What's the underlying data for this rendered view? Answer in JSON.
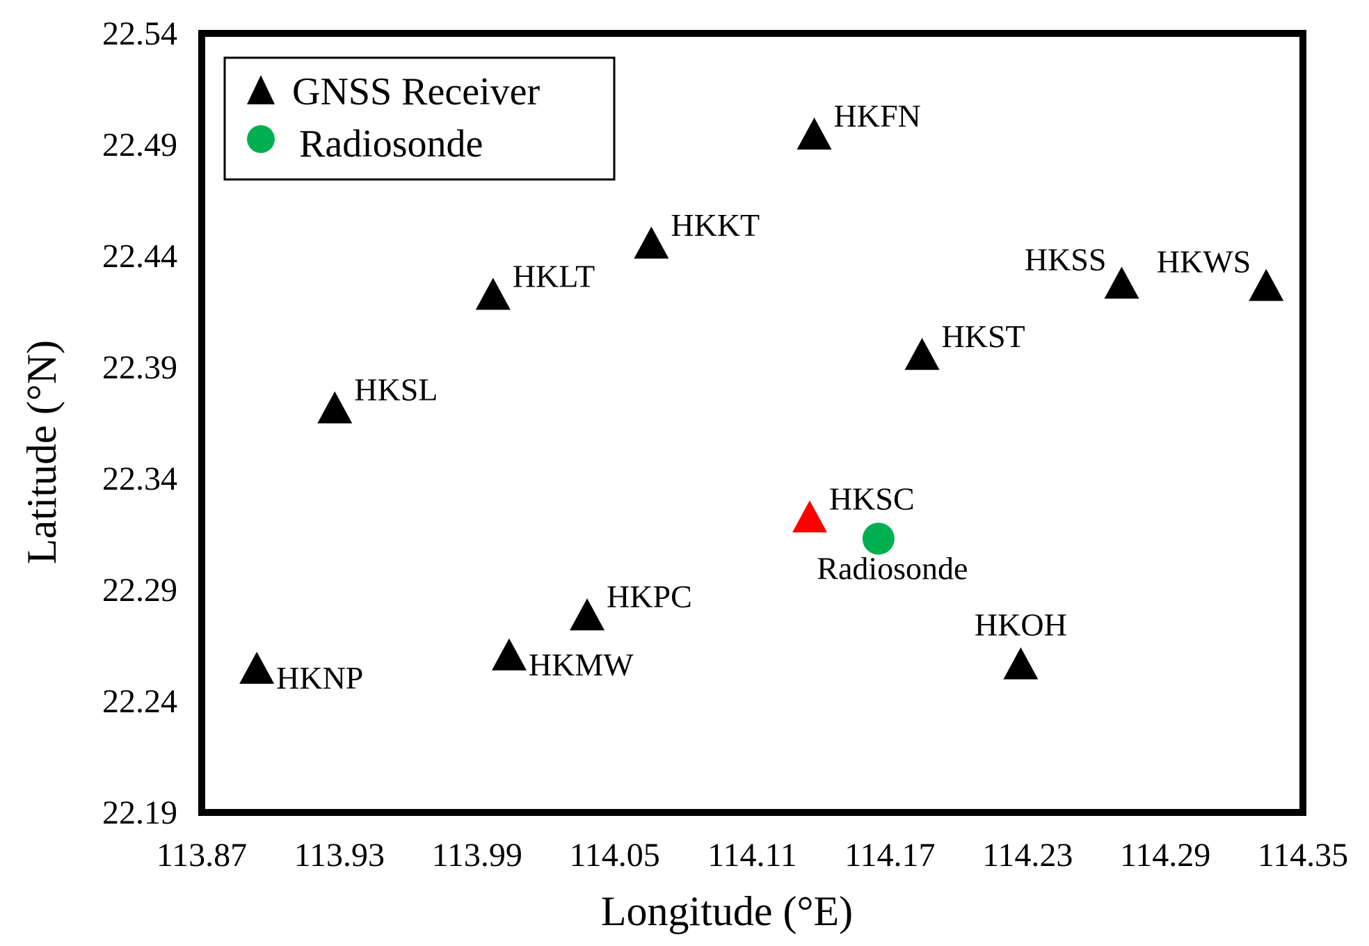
{
  "chart_data": {
    "type": "scatter",
    "xlabel": "Longitude (°E)",
    "ylabel": "Latitude (°N)",
    "xlim": [
      113.87,
      114.35
    ],
    "ylim": [
      22.19,
      22.54
    ],
    "x_ticks": [
      "113.87",
      "113.93",
      "113.99",
      "114.05",
      "114.11",
      "114.17",
      "114.23",
      "114.29",
      "114.35"
    ],
    "y_ticks": [
      "22.19",
      "22.24",
      "22.29",
      "22.34",
      "22.39",
      "22.44",
      "22.49",
      "22.54"
    ],
    "grid": false,
    "legend": {
      "placement": "top-left",
      "entries": [
        {
          "label": "GNSS Receiver",
          "marker": "triangle",
          "color": "#000000"
        },
        {
          "label": "Radiosonde",
          "marker": "circle",
          "color": "#00b050"
        }
      ]
    },
    "series": [
      {
        "name": "GNSS Receiver",
        "marker": "triangle",
        "color": "#000000",
        "points": [
          {
            "label": "HKFN",
            "x": 114.137,
            "y": 22.495,
            "label_pos": "upper-right"
          },
          {
            "label": "HKKT",
            "x": 114.066,
            "y": 22.446,
            "label_pos": "upper-right"
          },
          {
            "label": "HKLT",
            "x": 113.997,
            "y": 22.423,
            "label_pos": "upper-right"
          },
          {
            "label": "HKSS",
            "x": 114.271,
            "y": 22.428,
            "label_pos": "upper-left"
          },
          {
            "label": "HKWS",
            "x": 114.334,
            "y": 22.427,
            "label_pos": "upper-left"
          },
          {
            "label": "HKST",
            "x": 114.184,
            "y": 22.396,
            "label_pos": "upper-right"
          },
          {
            "label": "HKSL",
            "x": 113.928,
            "y": 22.372,
            "label_pos": "upper-right"
          },
          {
            "label": "HKSC",
            "x": 114.135,
            "y": 22.323,
            "label_pos": "upper-right",
            "color": "#ff0000"
          },
          {
            "label": "HKPC",
            "x": 114.038,
            "y": 22.279,
            "label_pos": "upper-right"
          },
          {
            "label": "HKMW",
            "x": 114.004,
            "y": 22.261,
            "label_pos": "lower-right"
          },
          {
            "label": "HKNP",
            "x": 113.894,
            "y": 22.255,
            "label_pos": "lower-right"
          },
          {
            "label": "HKOH",
            "x": 114.227,
            "y": 22.257,
            "label_pos": "above"
          }
        ]
      },
      {
        "name": "Radiosonde",
        "marker": "circle",
        "color": "#00b050",
        "points": [
          {
            "label": "Radiosonde",
            "x": 114.165,
            "y": 22.313,
            "label_pos": "below"
          }
        ]
      }
    ]
  }
}
